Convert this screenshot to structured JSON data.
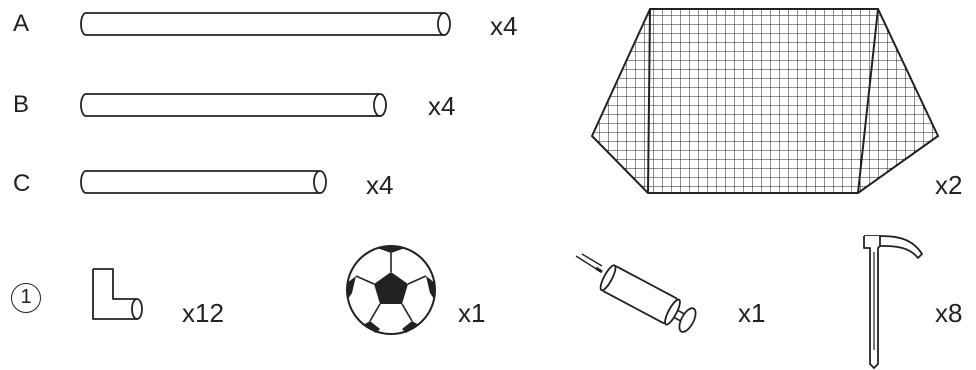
{
  "parts": {
    "A": {
      "label": "A",
      "qty": "x4"
    },
    "B": {
      "label": "B",
      "qty": "x4"
    },
    "C": {
      "label": "C",
      "qty": "x4"
    },
    "net": {
      "qty": "x2"
    },
    "connector": {
      "label": "1",
      "qty": "x12"
    },
    "ball": {
      "qty": "x1"
    },
    "pump": {
      "qty": "x1"
    },
    "stake": {
      "qty": "x8"
    }
  },
  "colors": {
    "line": "#222222",
    "background": "#ffffff"
  }
}
